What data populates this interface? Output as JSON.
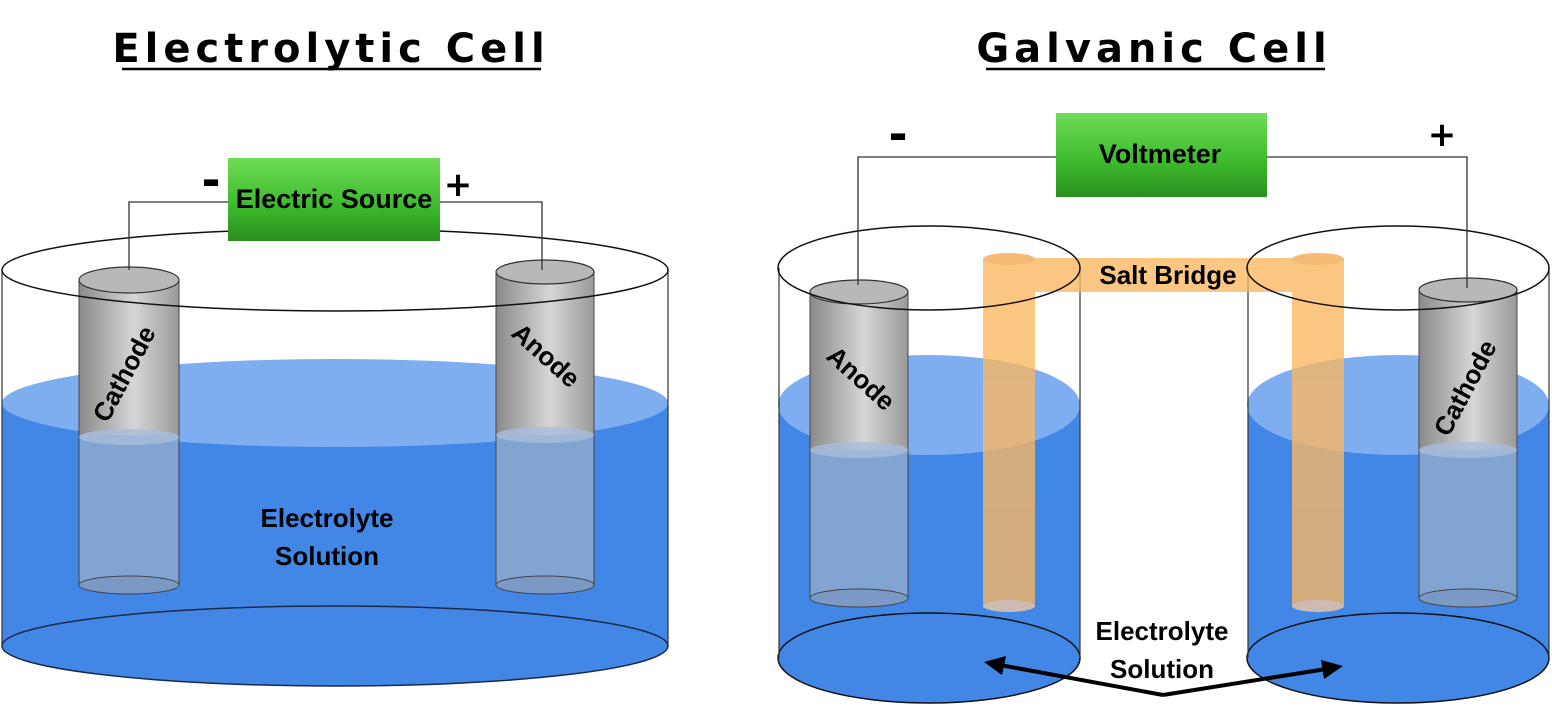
{
  "electrolytic": {
    "title": "Electrolytic Cell",
    "source_label": "Electric Source",
    "minus": "-",
    "plus": "+",
    "cathode_label": "Cathode",
    "anode_label": "Anode",
    "solution_line1": "Electrolyte",
    "solution_line2": "Solution"
  },
  "galvanic": {
    "title": "Galvanic Cell",
    "meter_label": "Voltmeter",
    "minus": "-",
    "plus": "+",
    "salt_bridge_label": "Salt Bridge",
    "anode_label": "Anode",
    "cathode_label": "Cathode",
    "solution_line1": "Electrolyte",
    "solution_line2": "Solution"
  },
  "colors": {
    "electrolyte": "#4287e6",
    "electrolyte_surface": "#7eaef0",
    "source_green": "#47c83a",
    "salt_bridge": "#fbb760",
    "electrode_gray": "#a9a9a9"
  }
}
